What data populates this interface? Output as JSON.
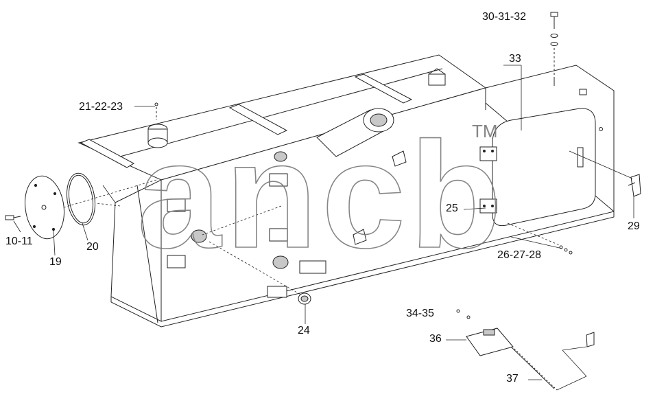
{
  "callouts": {
    "c30_32": "30-31-32",
    "c33": "33",
    "c21_23": "21-22-23",
    "c10_11": "10-11",
    "c19": "19",
    "c20": "20",
    "c25": "25",
    "c29": "29",
    "c26_28": "26-27-28",
    "c24": "24",
    "c34_35": "34-35",
    "c36": "36",
    "c37": "37"
  },
  "watermark": {
    "text": "ancb",
    "trademark": "TM"
  },
  "colors": {
    "line": "#222222",
    "part_fill": "#ffffff",
    "part_shade": "#c8c8c8",
    "dark_shade": "#555555",
    "watermark_stroke": "#7a7a7a"
  }
}
